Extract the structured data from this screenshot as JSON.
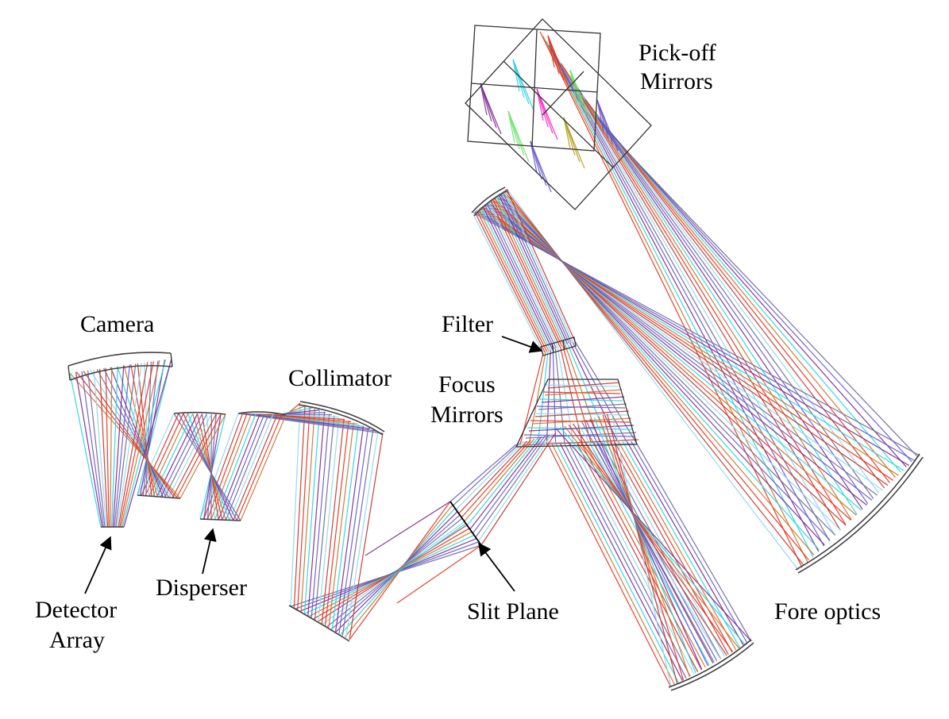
{
  "labels": {
    "pickoff_line1": "Pick-off",
    "pickoff_line2": "Mirrors",
    "camera": "Camera",
    "collimator": "Collimator",
    "filter": "Filter",
    "focus_line1": "Focus",
    "focus_line2": "Mirrors",
    "detector_line1": "Detector",
    "detector_line2": "Array",
    "disperser": "Disperser",
    "slit_plane": "Slit Plane",
    "fore_optics": "Fore optics"
  },
  "colors": {
    "red": "#e8321e",
    "darkred": "#c0392b",
    "orange": "#c8752e",
    "cyan": "#2ad4e6",
    "lightblue": "#8fd6ee",
    "purple": "#7b2c8e",
    "violet": "#6a5acd",
    "slate": "#6d6d99",
    "green": "#6fe36f",
    "magenta": "#ff22cc",
    "olive": "#b5a020"
  }
}
